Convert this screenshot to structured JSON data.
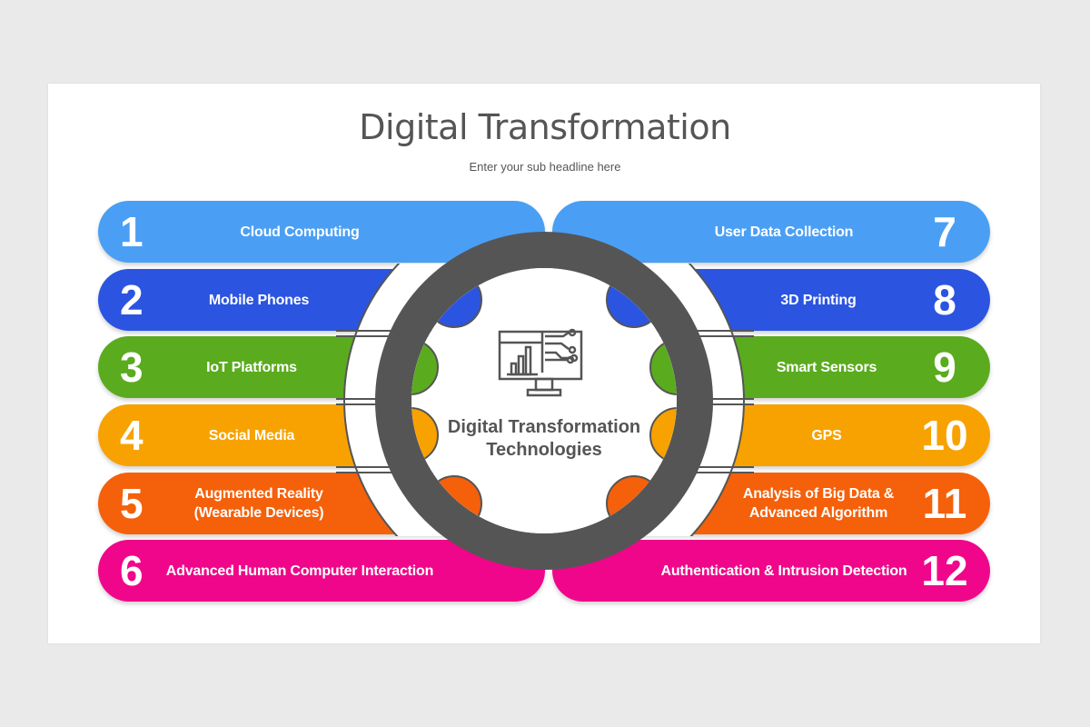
{
  "title": "Digital Transformation",
  "subtitle": "Enter your sub headline here",
  "center": {
    "label": "Digital Transformation Technologies",
    "icon": "computer-analytics-circuit-icon"
  },
  "items": [
    {
      "number": "1",
      "label": "Cloud Computing",
      "color": "#4a9ff5"
    },
    {
      "number": "2",
      "label": "Mobile Phones",
      "color": "#2b54e0"
    },
    {
      "number": "3",
      "label": "IoT Platforms",
      "color": "#5aab1e"
    },
    {
      "number": "4",
      "label": "Social Media",
      "color": "#f7a200"
    },
    {
      "number": "5",
      "label": "Augmented Reality (Wearable Devices)",
      "color": "#f5600a"
    },
    {
      "number": "6",
      "label": "Advanced Human Computer Interaction",
      "color": "#f0068a"
    },
    {
      "number": "7",
      "label": "User Data Collection",
      "color": "#4a9ff5"
    },
    {
      "number": "8",
      "label": "3D Printing",
      "color": "#2b54e0"
    },
    {
      "number": "9",
      "label": "Smart Sensors",
      "color": "#5aab1e"
    },
    {
      "number": "10",
      "label": "GPS",
      "color": "#f7a200"
    },
    {
      "number": "11",
      "label": "Analysis of Big Data & Advanced Algorithm",
      "color": "#f5600a"
    },
    {
      "number": "12",
      "label": "Authentication & Intrusion Detection",
      "color": "#f0068a"
    }
  ],
  "ring_color": "#555555"
}
